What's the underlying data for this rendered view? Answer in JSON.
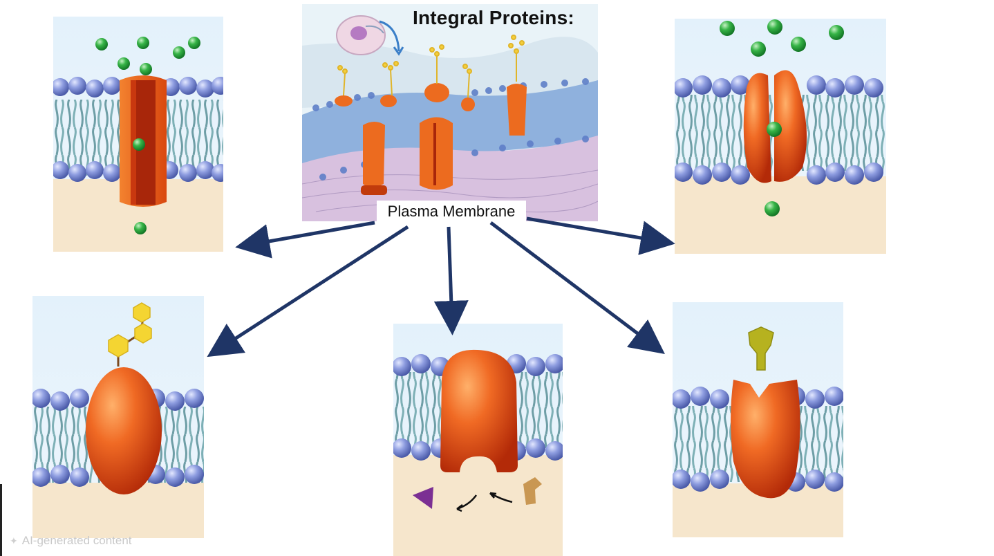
{
  "title": "Integral Proteins:",
  "center_label": "Plasma Membrane",
  "watermark": "AI-generated content",
  "colors": {
    "protein": "#e8581b",
    "protein_dark": "#b8300c",
    "lipid_head": "#7f8fd6",
    "lipid_tail": "#6e9ea6",
    "solute": "#2fae3e",
    "sugar": "#f1d43a",
    "arrow": "#1f3566",
    "signal": "#b8b22a"
  },
  "icons": [
    "cell-icon",
    "channel-protein-icon",
    "carrier-protein-icon",
    "glycoprotein-icon",
    "enzyme-icon",
    "receptor-icon"
  ]
}
